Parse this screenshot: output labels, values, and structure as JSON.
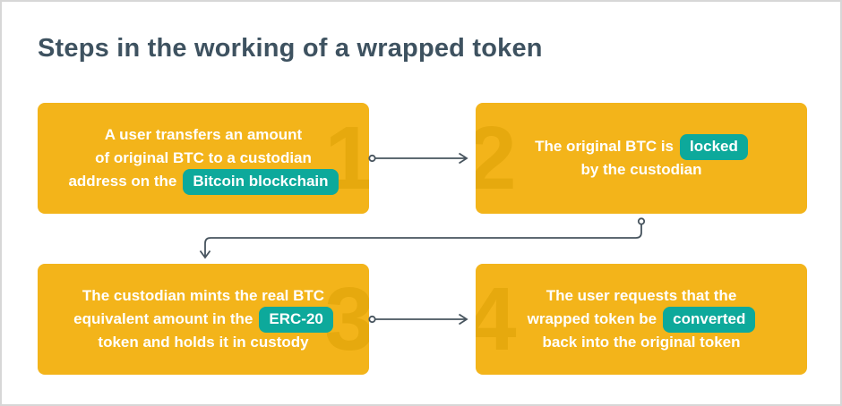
{
  "title": "Steps in the working of a wrapped token",
  "colors": {
    "box_orange": "#f3b41a",
    "badge_teal": "#0da99b",
    "watermark_number": "#e6a90e",
    "title_text": "#3e5260",
    "connector": "#47545e",
    "frame_border": "#d7d7d7",
    "background": "#ffffff"
  },
  "steps": [
    {
      "number": "1",
      "lines": [
        {
          "text": "A user transfers an amount"
        },
        {
          "text": "of original BTC to a custodian"
        },
        {
          "prefix": "address on the",
          "badge": "Bitcoin blockchain"
        }
      ]
    },
    {
      "number": "2",
      "lines": [
        {
          "prefix": "The original BTC is",
          "badge": "locked"
        },
        {
          "text": "by the custodian"
        }
      ]
    },
    {
      "number": "3",
      "lines": [
        {
          "text": "The custodian mints the real BTC"
        },
        {
          "prefix": "equivalent amount in the",
          "badge": "ERC-20"
        },
        {
          "text": "token and holds it in custody"
        }
      ]
    },
    {
      "number": "4",
      "lines": [
        {
          "text": "The user requests that the"
        },
        {
          "prefix": "wrapped token be",
          "badge": "converted"
        },
        {
          "text": "back into the original token"
        }
      ]
    }
  ]
}
